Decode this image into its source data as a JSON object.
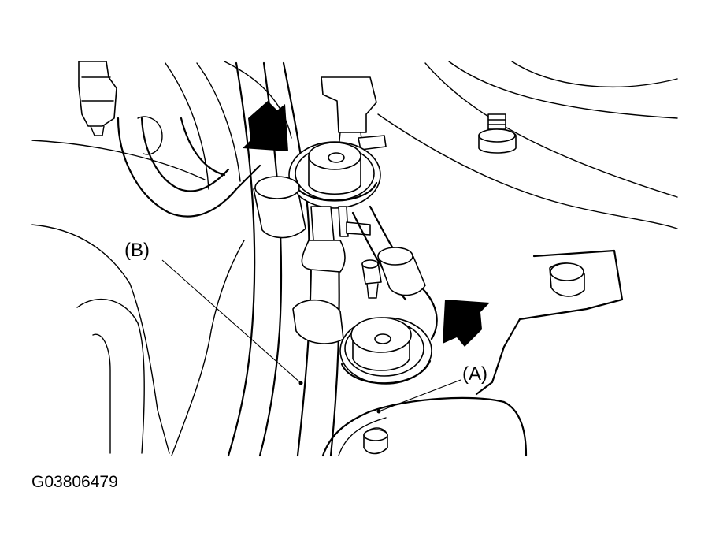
{
  "labels": {
    "callout_a": "(A)",
    "callout_b": "(B)",
    "figure_id": "G03806479"
  },
  "icons": {
    "arrow_upper": "arrow-down-right-icon",
    "arrow_lower": "arrow-down-left-icon"
  },
  "colors": {
    "line": "#000000",
    "background": "#ffffff"
  }
}
